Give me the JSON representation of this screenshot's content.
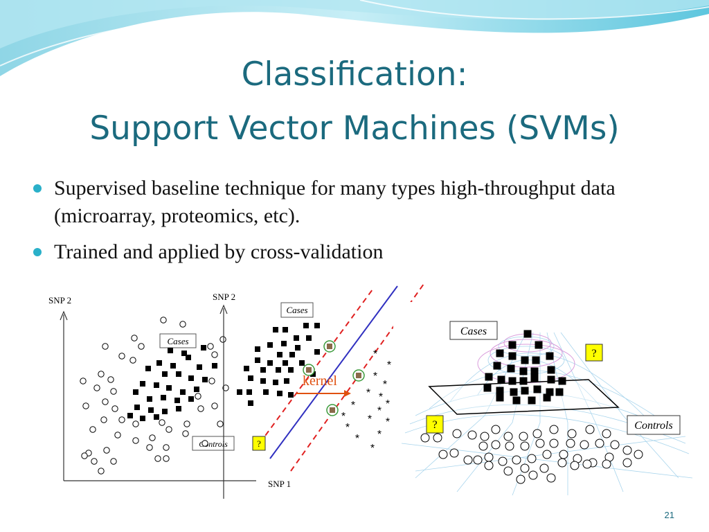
{
  "slide": {
    "title_line1": "Classification:",
    "title_line2": "Support Vector Machines (SVMs)",
    "bullets": [
      "Supervised baseline technique for many types high-throughput data (microarray, proteomics, etc).",
      "Trained and applied by cross-validation"
    ],
    "page_number": "21"
  },
  "diagram": {
    "panel1": {
      "y_axis_label": "SNP 2",
      "cases_label": "Cases",
      "controls_label": "Controls"
    },
    "panel2": {
      "y_axis_label": "SNP 2",
      "x_axis_label": "SNP 1",
      "cases_label": "Cases",
      "query_label": "?",
      "kernel_label": "kernel"
    },
    "panel3": {
      "cases_label": "Cases",
      "controls_label": "Controls",
      "query_label": "?"
    },
    "colors": {
      "title": "#1b6a7e",
      "bullet": "#2ab0c9",
      "margin_lines": "#e02020",
      "hyperplane": "#3030c0",
      "kernel": "#e05010"
    }
  }
}
